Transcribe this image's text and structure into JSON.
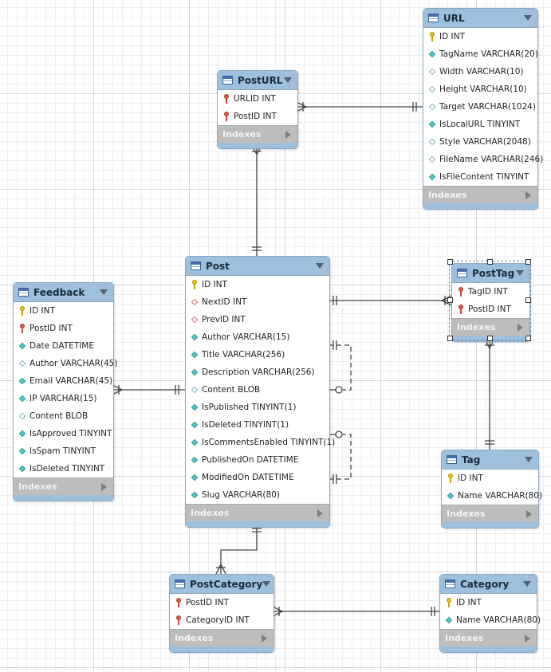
{
  "tables": [
    {
      "id": "url",
      "name": "URL",
      "indexes_label": "Indexes",
      "columns": [
        {
          "icon": "pk",
          "text": "ID INT"
        },
        {
          "icon": "nn",
          "text": "TagName VARCHAR(20)"
        },
        {
          "icon": "col",
          "text": "Width VARCHAR(10)"
        },
        {
          "icon": "col",
          "text": "Height VARCHAR(10)"
        },
        {
          "icon": "col",
          "text": "Target VARCHAR(1024)"
        },
        {
          "icon": "nn",
          "text": "IsLocalURL TINYINT"
        },
        {
          "icon": "col",
          "text": "Style VARCHAR(2048)"
        },
        {
          "icon": "col",
          "text": "FileName VARCHAR(246)"
        },
        {
          "icon": "nn",
          "text": "IsFileContent TINYINT"
        }
      ]
    },
    {
      "id": "posturl",
      "name": "PostURL",
      "indexes_label": "Indexes",
      "columns": [
        {
          "icon": "fk",
          "text": "URLID INT"
        },
        {
          "icon": "fk",
          "text": "PostID INT"
        }
      ]
    },
    {
      "id": "post",
      "name": "Post",
      "indexes_label": "Indexes",
      "columns": [
        {
          "icon": "pk",
          "text": "ID INT"
        },
        {
          "icon": "fkd",
          "text": "NextID INT"
        },
        {
          "icon": "fkd",
          "text": "PrevID INT"
        },
        {
          "icon": "nn",
          "text": "Author VARCHAR(15)"
        },
        {
          "icon": "nn",
          "text": "Title VARCHAR(256)"
        },
        {
          "icon": "nn",
          "text": "Description VARCHAR(256)"
        },
        {
          "icon": "col",
          "text": "Content BLOB"
        },
        {
          "icon": "nn",
          "text": "IsPublished TINYINT(1)"
        },
        {
          "icon": "nn",
          "text": "IsDeleted TINYINT(1)"
        },
        {
          "icon": "nn",
          "text": "IsCommentsEnabled TINYINT(1)"
        },
        {
          "icon": "nn",
          "text": "PublishedOn DATETIME"
        },
        {
          "icon": "nn",
          "text": "ModifiedOn DATETIME"
        },
        {
          "icon": "nn",
          "text": "Slug VARCHAR(80)"
        }
      ]
    },
    {
      "id": "feedback",
      "name": "Feedback",
      "indexes_label": "Indexes",
      "columns": [
        {
          "icon": "pk",
          "text": "ID INT"
        },
        {
          "icon": "fk",
          "text": "PostID INT"
        },
        {
          "icon": "nn",
          "text": "Date DATETIME"
        },
        {
          "icon": "col",
          "text": "Author VARCHAR(45)"
        },
        {
          "icon": "nn",
          "text": "Email VARCHAR(45)"
        },
        {
          "icon": "nn",
          "text": "IP VARCHAR(15)"
        },
        {
          "icon": "col",
          "text": "Content BLOB"
        },
        {
          "icon": "nn",
          "text": "IsApproved TINYINT"
        },
        {
          "icon": "nn",
          "text": "IsSpam TINYINT"
        },
        {
          "icon": "nn",
          "text": "IsDeleted TINYINT"
        }
      ]
    },
    {
      "id": "posttag",
      "name": "PostTag",
      "indexes_label": "Indexes",
      "columns": [
        {
          "icon": "fk",
          "text": "TagID INT"
        },
        {
          "icon": "fk",
          "text": "PostID INT"
        }
      ]
    },
    {
      "id": "tag",
      "name": "Tag",
      "indexes_label": "Indexes",
      "columns": [
        {
          "icon": "pk",
          "text": "ID INT"
        },
        {
          "icon": "nn",
          "text": "Name VARCHAR(80)"
        }
      ]
    },
    {
      "id": "postcategory",
      "name": "PostCategory",
      "indexes_label": "Indexes",
      "columns": [
        {
          "icon": "fk",
          "text": "PostID INT"
        },
        {
          "icon": "fk",
          "text": "CategoryID INT"
        }
      ]
    },
    {
      "id": "category",
      "name": "Category",
      "indexes_label": "Indexes",
      "columns": [
        {
          "icon": "pk",
          "text": "ID INT"
        },
        {
          "icon": "nn",
          "text": "Name VARCHAR(80)"
        }
      ]
    }
  ],
  "selected_table": "posttag",
  "colors": {
    "header": "#9ec0dc",
    "indexes_bar": "#bdbdbd",
    "line": "#444444"
  }
}
